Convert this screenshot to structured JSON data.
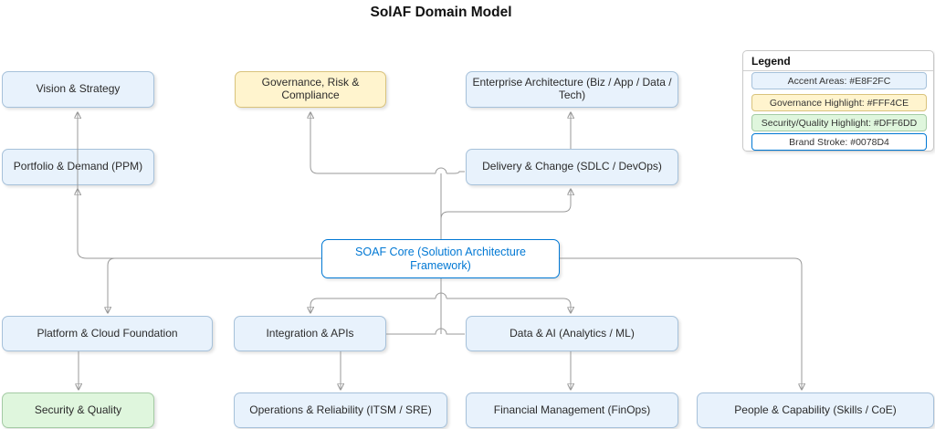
{
  "title": "SolAF Domain Model",
  "nodes": {
    "vision": {
      "label": "Vision & Strategy"
    },
    "grc": {
      "label": "Governance, Risk & Compliance"
    },
    "ea": {
      "label": "Enterprise Architecture (Biz / App / Data / Tech)"
    },
    "portfolio": {
      "label": "Portfolio & Demand (PPM)"
    },
    "delivery": {
      "label": "Delivery & Change (SDLC / DevOps)"
    },
    "core": {
      "label": "SOAF Core (Solution Architecture Framework)"
    },
    "platform": {
      "label": "Platform & Cloud Foundation"
    },
    "integration": {
      "label": "Integration & APIs"
    },
    "dataai": {
      "label": "Data & AI (Analytics / ML)"
    },
    "security": {
      "label": "Security & Quality"
    },
    "operations": {
      "label": "Operations & Reliability (ITSM / SRE)"
    },
    "financial": {
      "label": "Financial Management (FinOps)"
    },
    "people": {
      "label": "People & Capability (Skills / CoE)"
    }
  },
  "legend": {
    "title": "Legend",
    "items": [
      {
        "label": "Accent Areas: #E8F2FC",
        "color": "#E8F2FC"
      },
      {
        "label": "Governance Highlight: #FFF4CE",
        "color": "#FFF4CE"
      },
      {
        "label": "Security/Quality Highlight: #DFF6DD",
        "color": "#DFF6DD"
      },
      {
        "label": "Brand Stroke: #0078D4",
        "color": "#FFFFFF"
      }
    ]
  },
  "colors": {
    "accent": "#E8F2FC",
    "governance": "#FFF4CE",
    "security_quality": "#DFF6DD",
    "brand_stroke": "#0078D4",
    "edge": "#9A9A9A"
  }
}
